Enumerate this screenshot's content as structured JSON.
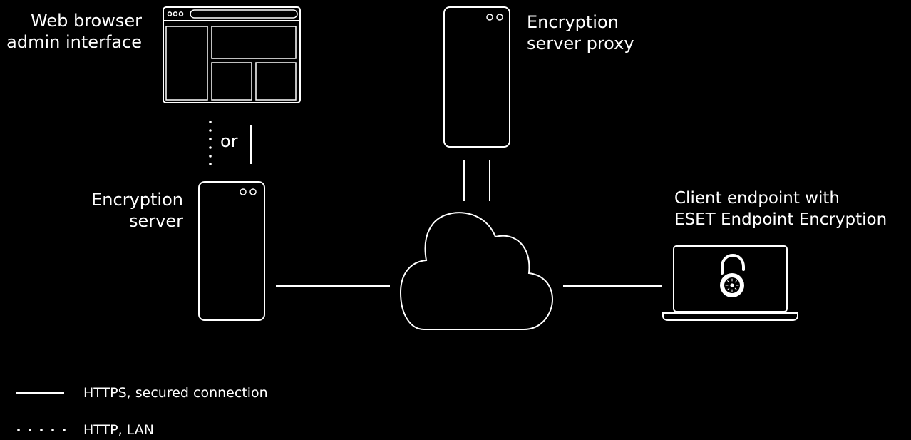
{
  "labels": {
    "browser": [
      "Web browser",
      "admin interface"
    ],
    "encryption_server": [
      "Encryption",
      "server"
    ],
    "proxy": [
      "Encryption",
      "server proxy"
    ],
    "client": [
      "Client endpoint with",
      "ESET Endpoint Encryption"
    ],
    "or": "or"
  },
  "legend": [
    {
      "style": "solid",
      "label": "HTTPS, secured connection"
    },
    {
      "style": "dotted",
      "label": "HTTP, LAN"
    }
  ],
  "colors": {
    "background": "#000000",
    "foreground": "#ffffff"
  }
}
